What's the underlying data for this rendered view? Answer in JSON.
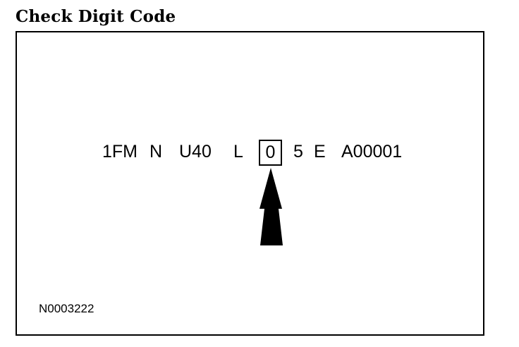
{
  "title": "Check Digit Code",
  "vin": {
    "seg_1": "1FM",
    "seg_2": "N",
    "seg_3": "U40",
    "seg_4": "L",
    "check_digit": "0",
    "seg_6": "5",
    "seg_7": "E",
    "seg_8": "A00001"
  },
  "reference_code": "N0003222",
  "colors": {
    "ink": "#000000",
    "background": "#ffffff"
  }
}
